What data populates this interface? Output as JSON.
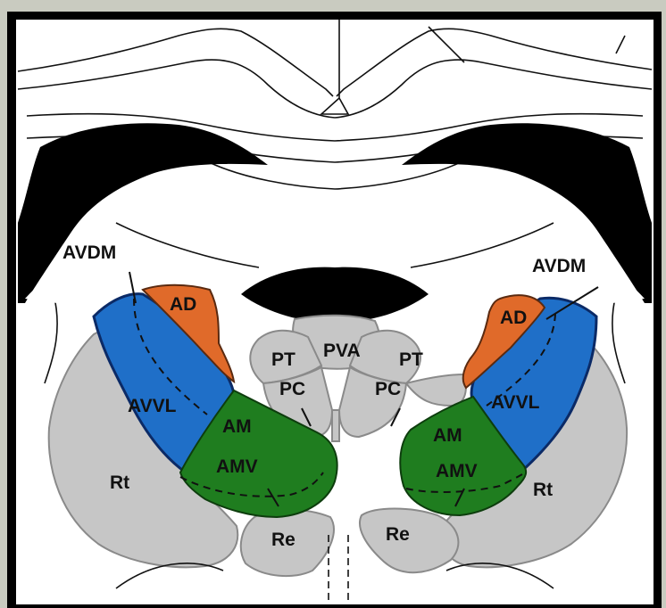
{
  "labels": {
    "avdm_left": "AVDM",
    "avdm_right": "AVDM",
    "ad_left": "AD",
    "ad_right": "AD",
    "avvl_left": "AVVL",
    "avvl_right": "AVVL",
    "am_left": "AM",
    "am_right": "AM",
    "amv_left": "AMV",
    "amv_right": "AMV",
    "pt_left": "PT",
    "pt_right": "PT",
    "pc_left": "PC",
    "pc_right": "PC",
    "pva": "PVA",
    "rt_left": "Rt",
    "rt_right": "Rt",
    "re_left": "Re",
    "re_right": "Re"
  },
  "colors": {
    "AD": "#e06a2a",
    "AVVL": "#1f6fc8",
    "AM": "#1f7d1f",
    "gray_nuclei": "#c6c6c6",
    "ventricle": "#000000",
    "frame": "#000000",
    "background": "#c9cbc0"
  }
}
